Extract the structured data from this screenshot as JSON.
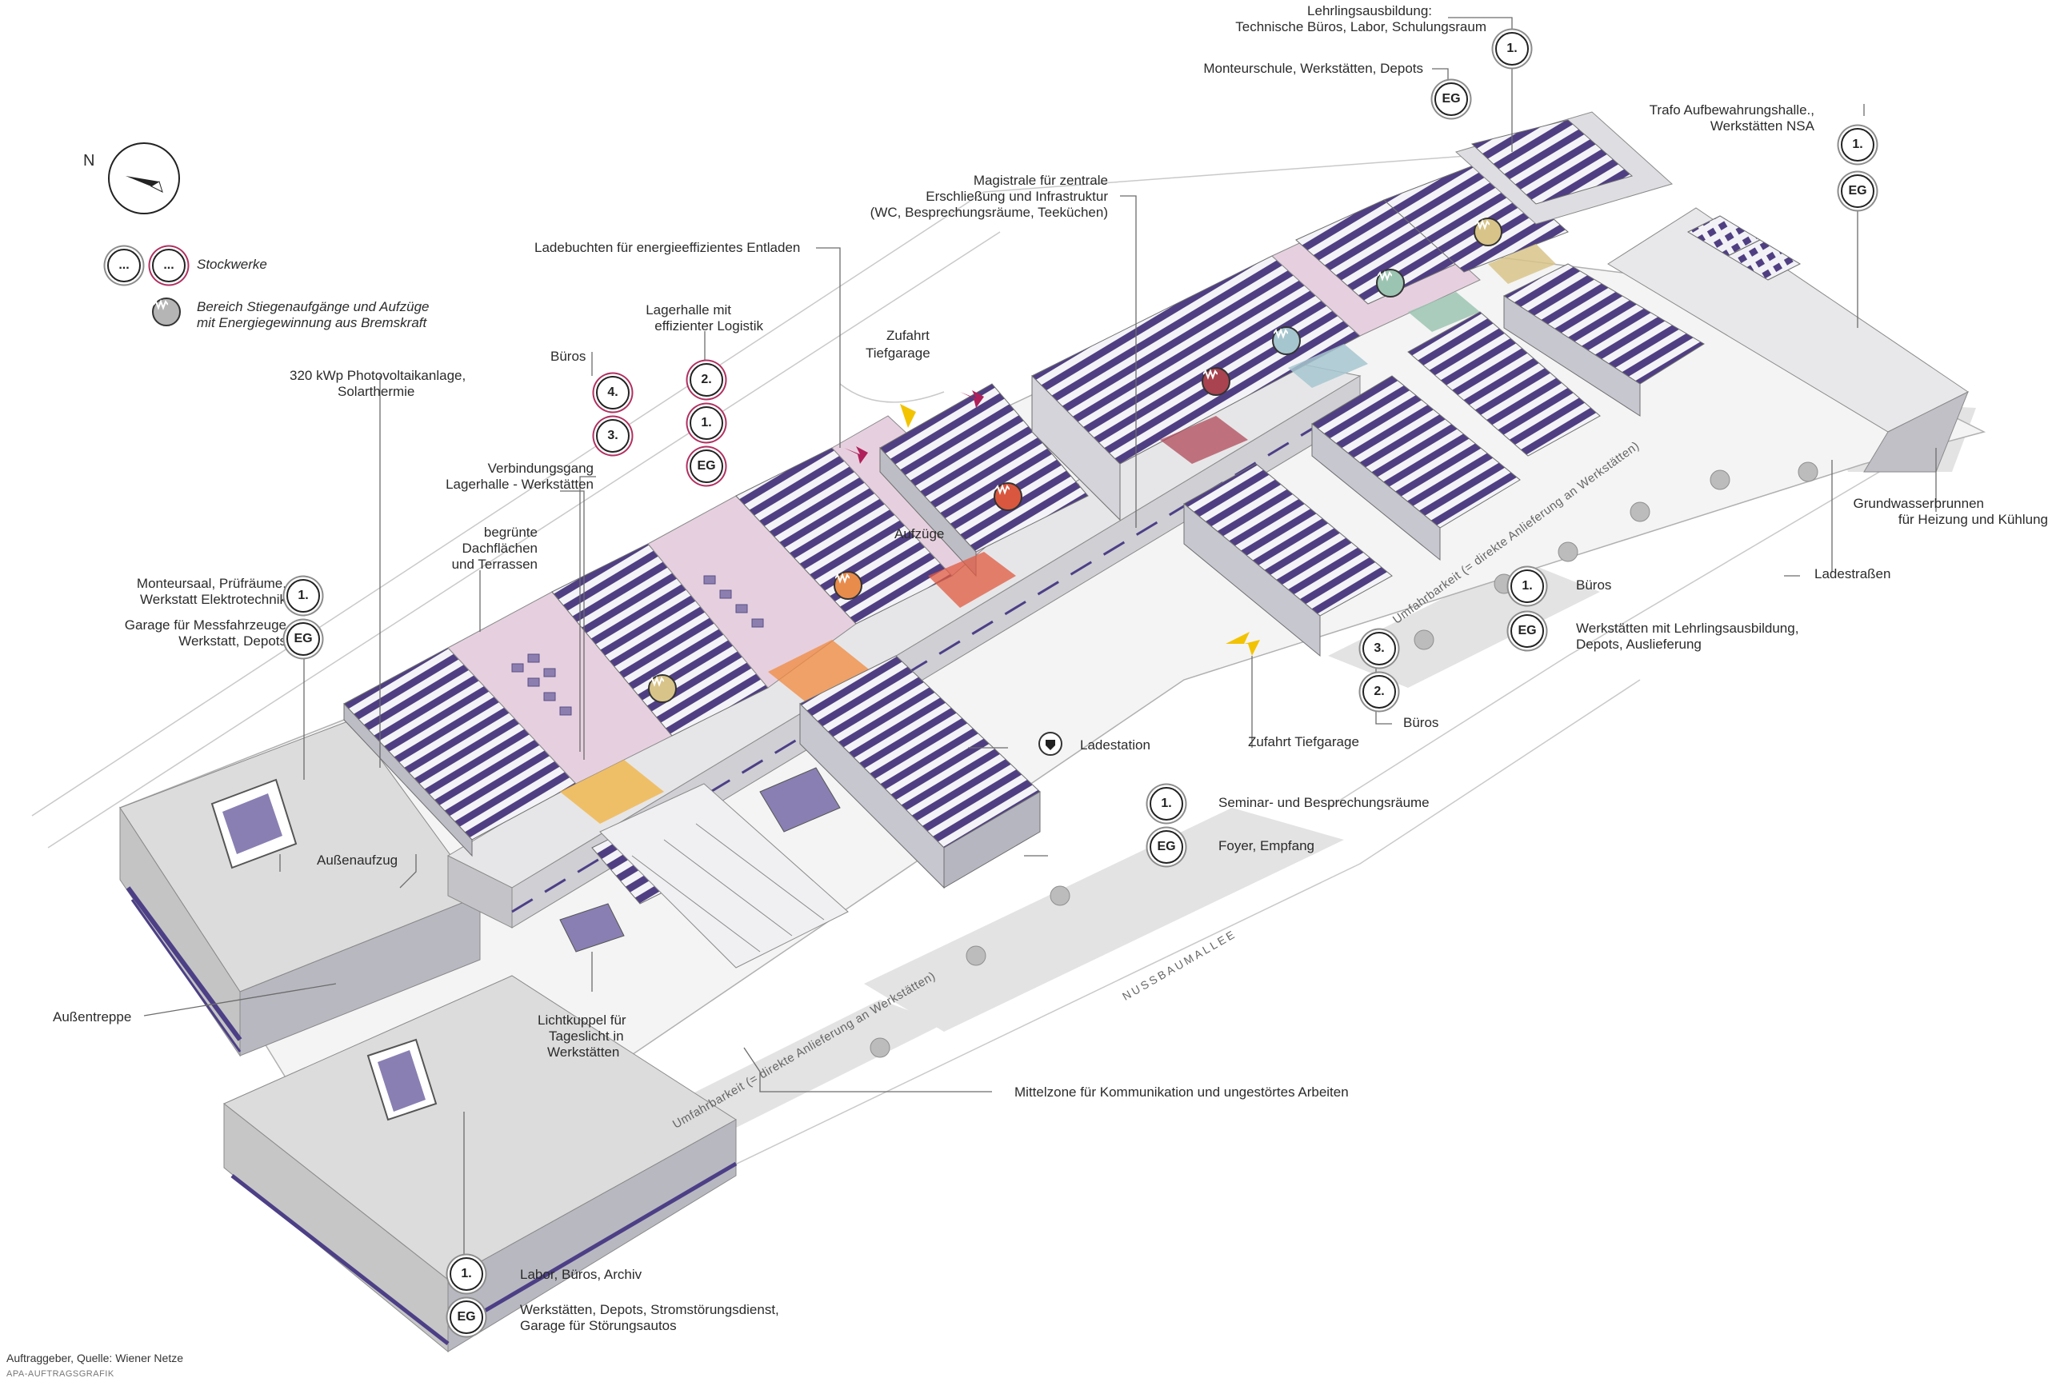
{
  "legend": {
    "badge_sample": "...",
    "floors": "Stockwerke",
    "stairs_line1": "Bereich Stiegenaufgänge und Aufzüge",
    "stairs_line2": "mit Energiegewinnung aus Bremskraft"
  },
  "compass": {
    "north": "N"
  },
  "badges": {
    "eg": "EG",
    "b1": "1.",
    "b2": "2.",
    "b3": "3.",
    "b4": "4."
  },
  "labels": {
    "lehrling_1": "Lehrlingsausbildung:",
    "lehrling_2": "Technische Büros, Labor, Schulungsraum",
    "monteurschule": "Monteurschule, Werkstätten, Depots",
    "trafo_1": "Trafo Aufbewahrungshalle.,",
    "trafo_2": "Werkstätten NSA",
    "magistrale_1": "Magistrale für zentrale",
    "magistrale_2": "Erschließung und Infrastruktur",
    "magistrale_3": "(WC, Besprechungsräume, Teeküchen)",
    "ladebuchten": "Ladebuchten für energieeffizientes Entladen",
    "lagerhalle_1": "Lagerhalle mit",
    "lagerhalle_2": "effizienter Logistik",
    "zufahrt_1": "Zufahrt",
    "zufahrt_2": "Tiefgarage",
    "bueros": "Büros",
    "pv_1": "320 kWp Photovoltaikanlage,",
    "pv_2": "Solarthermie",
    "verbindung_1": "Verbindungsgang",
    "verbindung_2": "Lagerhalle - Werkstätten",
    "gruen_1": "begrünte",
    "gruen_2": "Dachflächen",
    "gruen_3": "und Terrassen",
    "monteursaal_1": "Monteursaal, Prüfräume,",
    "monteursaal_2": "Werkstatt Elektrotechnik",
    "garage_1": "Garage für Messfahrzeuge",
    "garage_2": "Werkstatt, Depots",
    "aufzuege": "Aufzüge",
    "grundwasser_1": "Grundwasserbrunnen",
    "grundwasser_2": "für Heizung und Kühlung",
    "ladestrassen": "Ladestraßen",
    "bueros_r": "Büros",
    "werkstaetten_r1": "Werkstätten mit Lehrlingsausbildung,",
    "werkstaetten_r2": "Depots, Auslieferung",
    "bueros_r2": "Büros",
    "zufahrt_tiefgarage": "Zufahrt Tiefgarage",
    "ladestation": "Ladestation",
    "seminar": "Seminar- und Besprechungsräume",
    "foyer": "Foyer, Empfang",
    "aussenaufzug": "Außenaufzug",
    "aussentreppe": "Außentreppe",
    "lichtkuppel_1": "Lichtkuppel für",
    "lichtkuppel_2": "Tageslicht in",
    "lichtkuppel_3": "Werkstätten",
    "mittelzone": "Mittelzone für Kommunikation und ungestörtes Arbeiten",
    "labor": "Labor, Büros, Archiv",
    "werkstaetten_b1": "Werkstätten, Depots, Stromstörungsdienst,",
    "werkstaetten_b2": "Garage für Störungsautos"
  },
  "roads": {
    "nussbaum": "NUSSBAUMALLEE",
    "umfahr": "Umfahrbarkeit (= direkte Anlieferung an Werkstätten)"
  },
  "footer": {
    "source": "Auftraggeber, Quelle: Wiener Netze",
    "agency": "APA-AUFTRAGSGRAFIK"
  },
  "colors": {
    "pv": "#5b4a8a",
    "roof": "#ececee",
    "accent": "#b03060",
    "arrow_yellow": "#f2c300",
    "arrow_pink": "#b0205a",
    "elev_yellow": "#d8c489",
    "elev_green": "#9cc4b2",
    "elev_blue": "#a6c6cf",
    "elev_red": "#b04a5a",
    "elev_orange": "#e06d52"
  }
}
